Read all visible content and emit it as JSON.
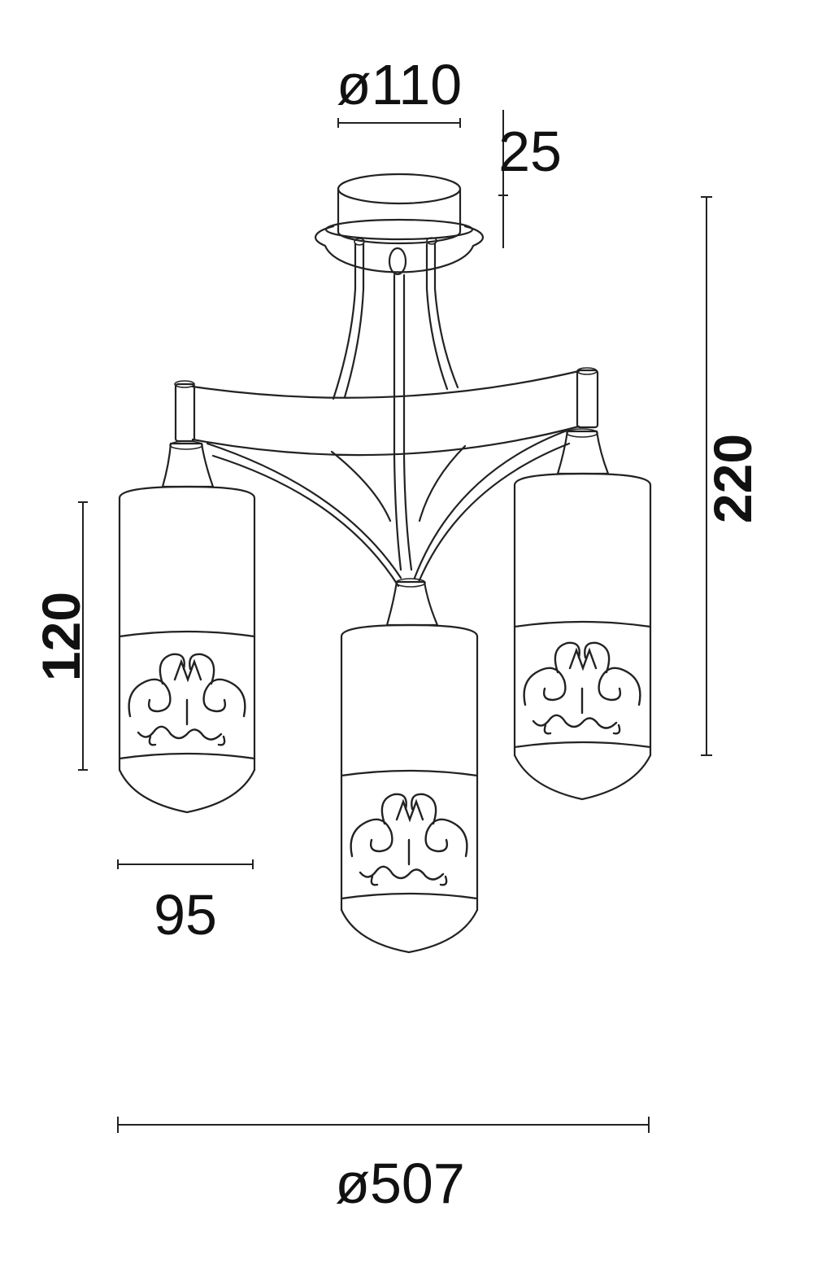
{
  "dimensions": {
    "canopy_diameter": "ø110",
    "canopy_height": "25",
    "total_height": "220",
    "shade_height": "120",
    "shade_diameter": "95",
    "overall_diameter": "ø507"
  },
  "colors": {
    "line": "#222222",
    "background": "#ffffff"
  }
}
